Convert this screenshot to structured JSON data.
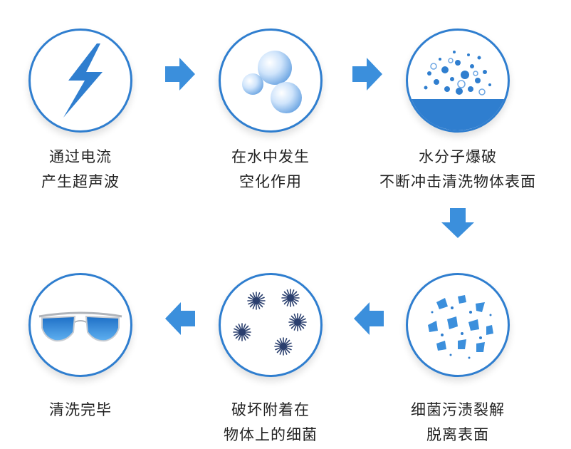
{
  "colors": {
    "primary": "#2f7ecf",
    "arrow": "#3b8fdc",
    "text": "#222222"
  },
  "steps": [
    {
      "icon": "lightning-icon",
      "line1": "通过电流",
      "line2": "产生超声波"
    },
    {
      "icon": "bubbles-icon",
      "line1": "在水中发生",
      "line2": "空化作用"
    },
    {
      "icon": "water-burst-icon",
      "line1": "水分子爆破",
      "line2": "不断冲击清洗物体表面"
    },
    {
      "icon": "fragments-icon",
      "line1": "细菌污渍裂解",
      "line2": "脱离表面"
    },
    {
      "icon": "bacteria-icon",
      "line1": "破坏附着在",
      "line2": "物体上的细菌"
    },
    {
      "icon": "sunglasses-icon",
      "line1": "清洗完毕",
      "line2": ""
    }
  ]
}
